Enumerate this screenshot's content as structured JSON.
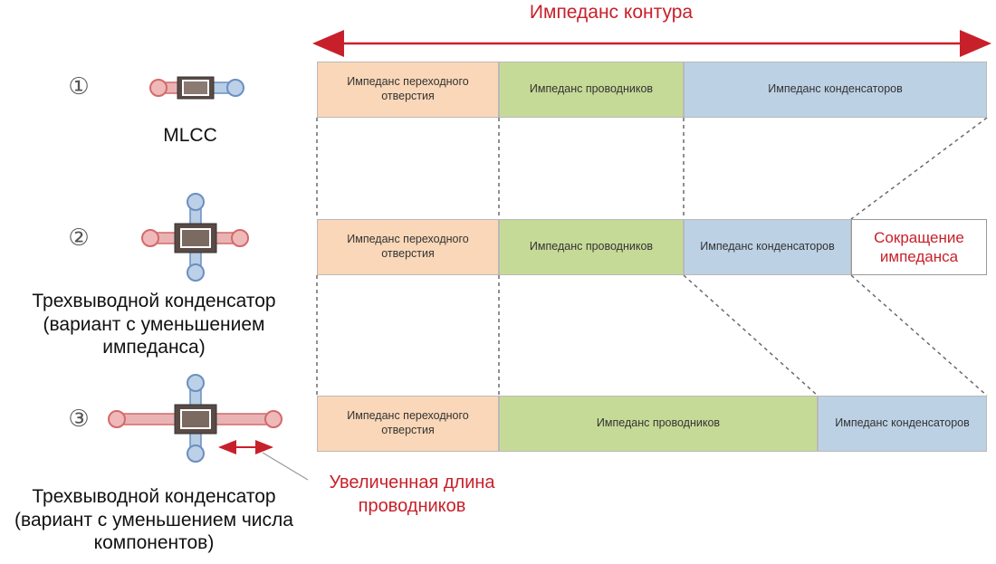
{
  "title": "Импеданс контура",
  "rows": [
    {
      "number": "①",
      "component_label": "MLCC",
      "segments": [
        {
          "text": "Импеданс переходного отверстия",
          "type": "via"
        },
        {
          "text": "Импеданс проводников",
          "type": "trace"
        },
        {
          "text": "Импеданс конденсаторов",
          "type": "capacitor"
        }
      ]
    },
    {
      "number": "②",
      "component_label": "Трехвыводной конденсатор (вариант с уменьшением импеданса)",
      "segments": [
        {
          "text": "Импеданс переходного отверстия",
          "type": "via"
        },
        {
          "text": "Импеданс проводников",
          "type": "trace"
        },
        {
          "text": "Импеданс конденсаторов",
          "type": "capacitor"
        },
        {
          "text": "Сокращение импеданса",
          "type": "reduction"
        }
      ]
    },
    {
      "number": "③",
      "component_label": "Трехвыводной конденсатор (вариант с уменьшением числа компонентов)",
      "segments": [
        {
          "text": "Импеданс переходного отверстия",
          "type": "via"
        },
        {
          "text": "Импеданс проводников",
          "type": "trace"
        },
        {
          "text": "Импеданс конденсаторов",
          "type": "capacitor"
        }
      ]
    }
  ],
  "annotation": "Увеличенная длина проводников",
  "colors": {
    "accent_red": "#c8202a",
    "via": "#fad7b8",
    "trace": "#c6da97",
    "capacitor": "#bcd1e4",
    "pad_red": "#e39a9a",
    "pad_blue": "#8fb0d6",
    "body_dark": "#5a4a45"
  }
}
